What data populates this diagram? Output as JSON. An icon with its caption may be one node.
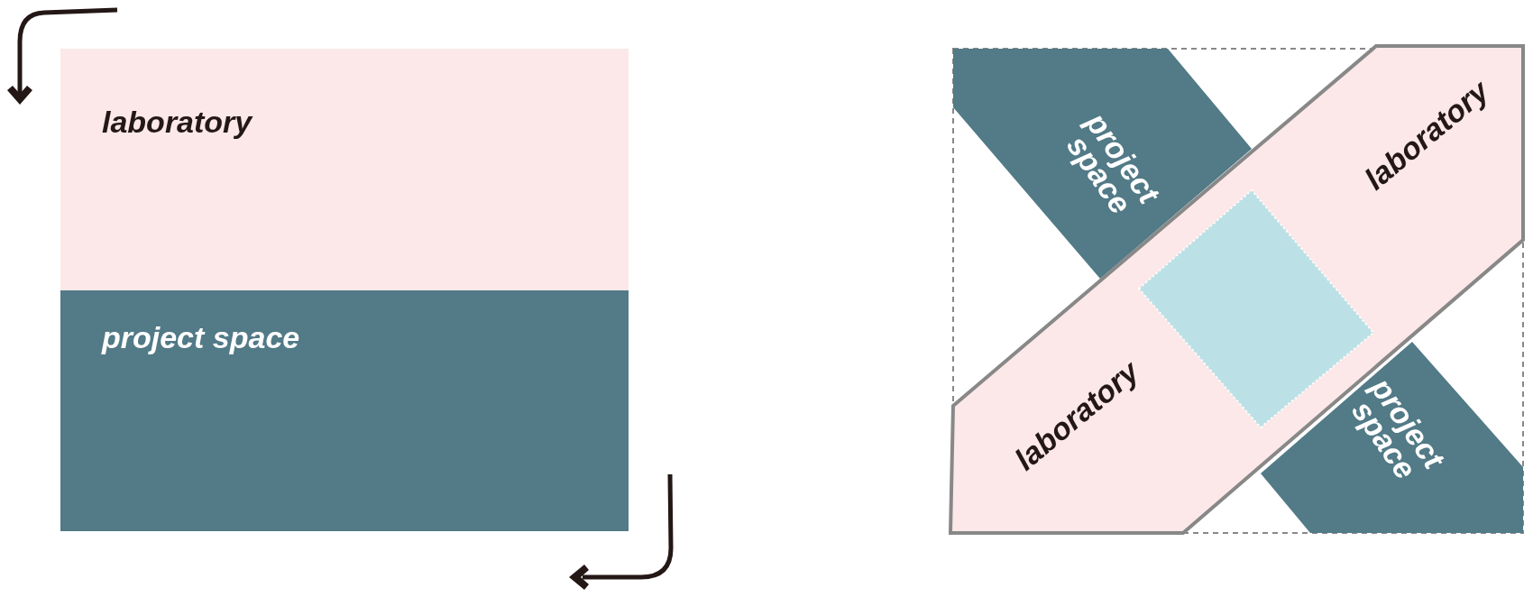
{
  "diagram": {
    "nodes": [
      {
        "text": [
          "laboratory"
        ]
      },
      {
        "text": [
          "project space"
        ]
      },
      {
        "text": [
          "project space"
        ]
      },
      {
        "text": [
          "laboratory",
          "laboratory"
        ]
      },
      {
        "text": [
          "project space"
        ]
      },
      {
        "text": [],
        "shape": "box",
        "in": 3
      }
    ]
  }
}
